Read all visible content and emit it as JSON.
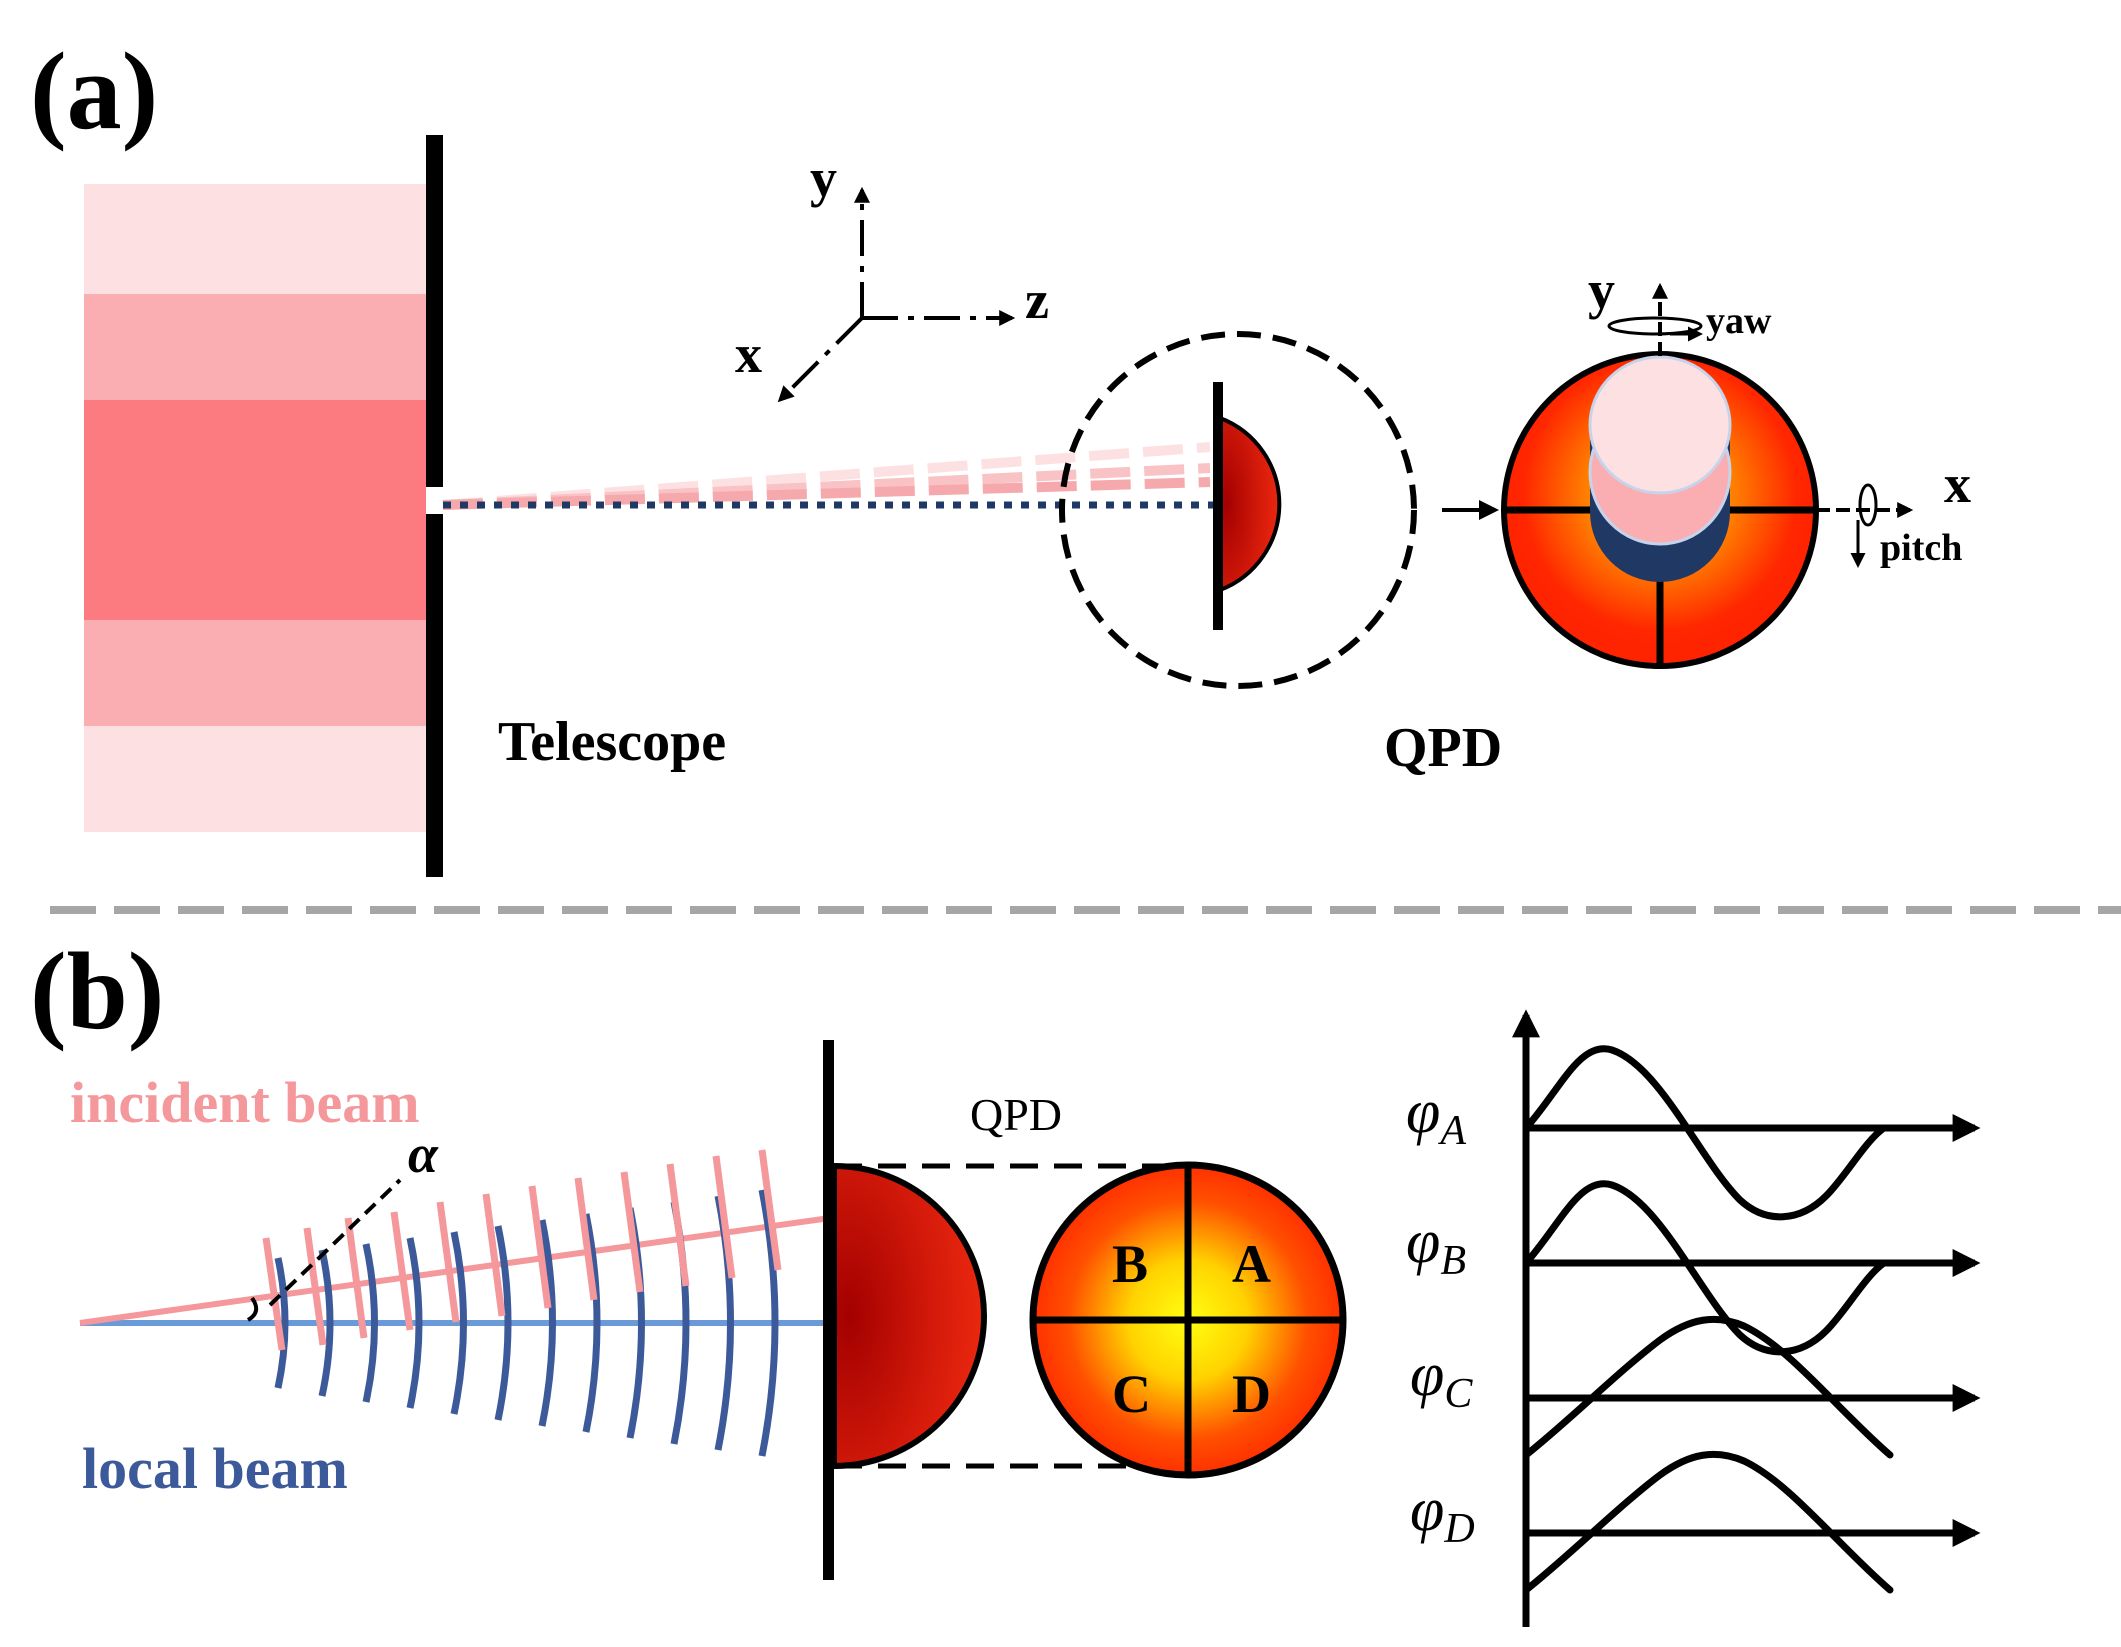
{
  "panel_a": {
    "label": "(a)",
    "telescope_label": "Telescope",
    "qpd_label": "QPD",
    "axes": {
      "y": "y",
      "z": "z",
      "x": "x"
    },
    "qpd_axes": {
      "y": "y",
      "yaw": "yaw",
      "x": "x",
      "pitch": "pitch"
    }
  },
  "panel_b": {
    "label": "(b)",
    "incident_beam_label": "incident beam",
    "local_beam_label": "local beam",
    "angle_label": "α",
    "qpd_label": "QPD",
    "quadrants": {
      "A": "A",
      "B": "B",
      "C": "C",
      "D": "D"
    },
    "phase_labels": [
      {
        "symbol": "φ",
        "sub": "A"
      },
      {
        "symbol": "φ",
        "sub": "B"
      },
      {
        "symbol": "φ",
        "sub": "C"
      },
      {
        "symbol": "φ",
        "sub": "D"
      }
    ]
  },
  "colors": {
    "incident_beam": "#f4989c",
    "local_beam": "#3c5a9a",
    "local_line": "#6a9ad8",
    "qpd_red": "#ff2200",
    "qpd_yellow": "#ffee00",
    "dark_red": "#b00000",
    "divider": "#a6a6a6",
    "pale_pink": "#fde1e2",
    "mid_pink": "#faaeb2",
    "strong_pink": "#fb7b80",
    "navy": "#203864"
  }
}
